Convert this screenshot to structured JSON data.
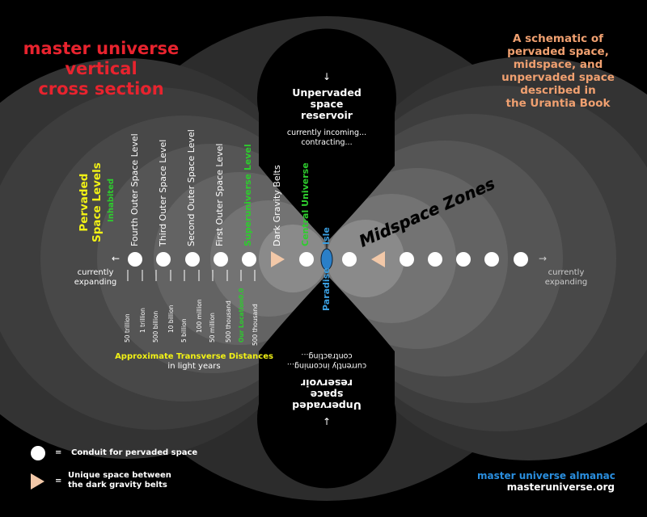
{
  "title": {
    "lines": [
      "master universe",
      "vertical",
      "cross section"
    ]
  },
  "subtitle": {
    "lines": [
      "A schematic of",
      "pervaded space,",
      "midspace, and",
      "unpervaded space",
      "described in",
      "the Urantia Book"
    ]
  },
  "reservoir_top": {
    "arrow": "↓",
    "name_lines": [
      "Unpervaded",
      "space",
      "reservoir"
    ],
    "status_lines": [
      "currently incoming...",
      "contracting..."
    ]
  },
  "reservoir_bottom": {
    "arrow": "↑",
    "name_lines": [
      "Unpervaded",
      "space",
      "reservoir"
    ],
    "status_lines": [
      "currently incoming...",
      "contracting..."
    ]
  },
  "pervaded_levels_title": {
    "lines": [
      "Pervaded",
      "Space Levels"
    ],
    "inhabited": "Inhabited"
  },
  "levels": [
    "Fourth Outer Space Level",
    "Third Outer Space Level",
    "Second Outer Space Level",
    "First Outer Space Level",
    "Superuniverse Level",
    "Dark Gravity Belts",
    "Central Universe"
  ],
  "isle": "Isle",
  "paradise": "Paradise",
  "midspace_zones": "Midspace Zones",
  "left_expanding": {
    "arrow": "←",
    "lines": [
      "currently",
      "expanding"
    ]
  },
  "right_expanding": {
    "arrow": "→",
    "lines": [
      "currently",
      "expanding"
    ]
  },
  "distances": [
    "50 trillion",
    "1 trillion",
    "500 billion",
    "10 billion",
    "5 billion",
    "100 million",
    "50 million",
    "500 thousand",
    "Our Location",
    "0.0",
    "500 thousand"
  ],
  "distance_caption": {
    "line1": "Approximate Transverse Distances",
    "line2": "in light years"
  },
  "legend": {
    "circle_eq": "=",
    "circle_text": "Conduit for pervaded space",
    "triangle_eq": "=",
    "triangle_text": [
      "Unique space between",
      "the dark gravity belts"
    ]
  },
  "brand": {
    "name": "master universe almanac",
    "url": "masteruniverse.org"
  },
  "colors": {
    "title": "#e8232e",
    "subtitle": "#f0a070",
    "highlight_green": "#2ecc2e",
    "highlight_yellow": "#f2f215",
    "paradise_blue": "#3a9ee0",
    "brand_blue": "#2a8fe0",
    "triangle": "#f2c8a8"
  }
}
